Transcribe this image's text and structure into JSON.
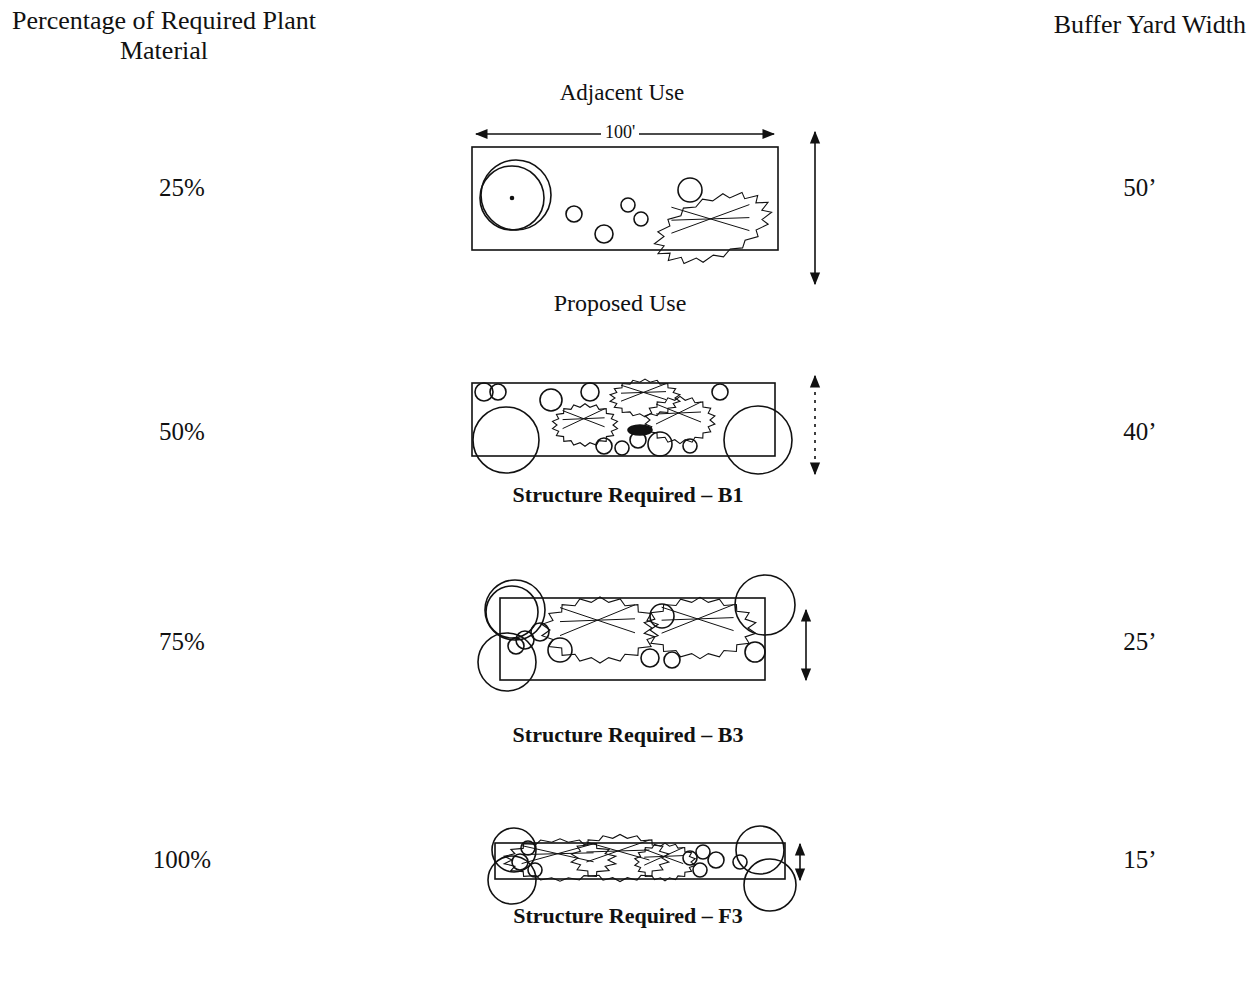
{
  "diagram": {
    "labels": [
      "Percentage of Required Plant Material",
      "Buffer Yard Width",
      "Adjacent Use",
      "100'",
      "25%",
      "50’",
      "Proposed Use",
      "50%",
      "40’",
      "Structure Required – B1",
      "75%",
      "25’",
      "Structure Required – B3",
      "100%",
      "15’",
      "Structure Required – F3"
    ]
  }
}
